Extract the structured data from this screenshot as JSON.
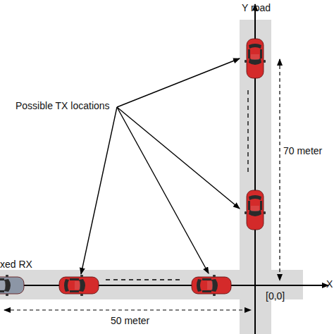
{
  "diagram": {
    "labels": [
      "Y road",
      "Possible TX locations",
      "70 meter",
      "xed RX",
      "50 meter",
      "[0,0]",
      "X"
    ]
  }
}
